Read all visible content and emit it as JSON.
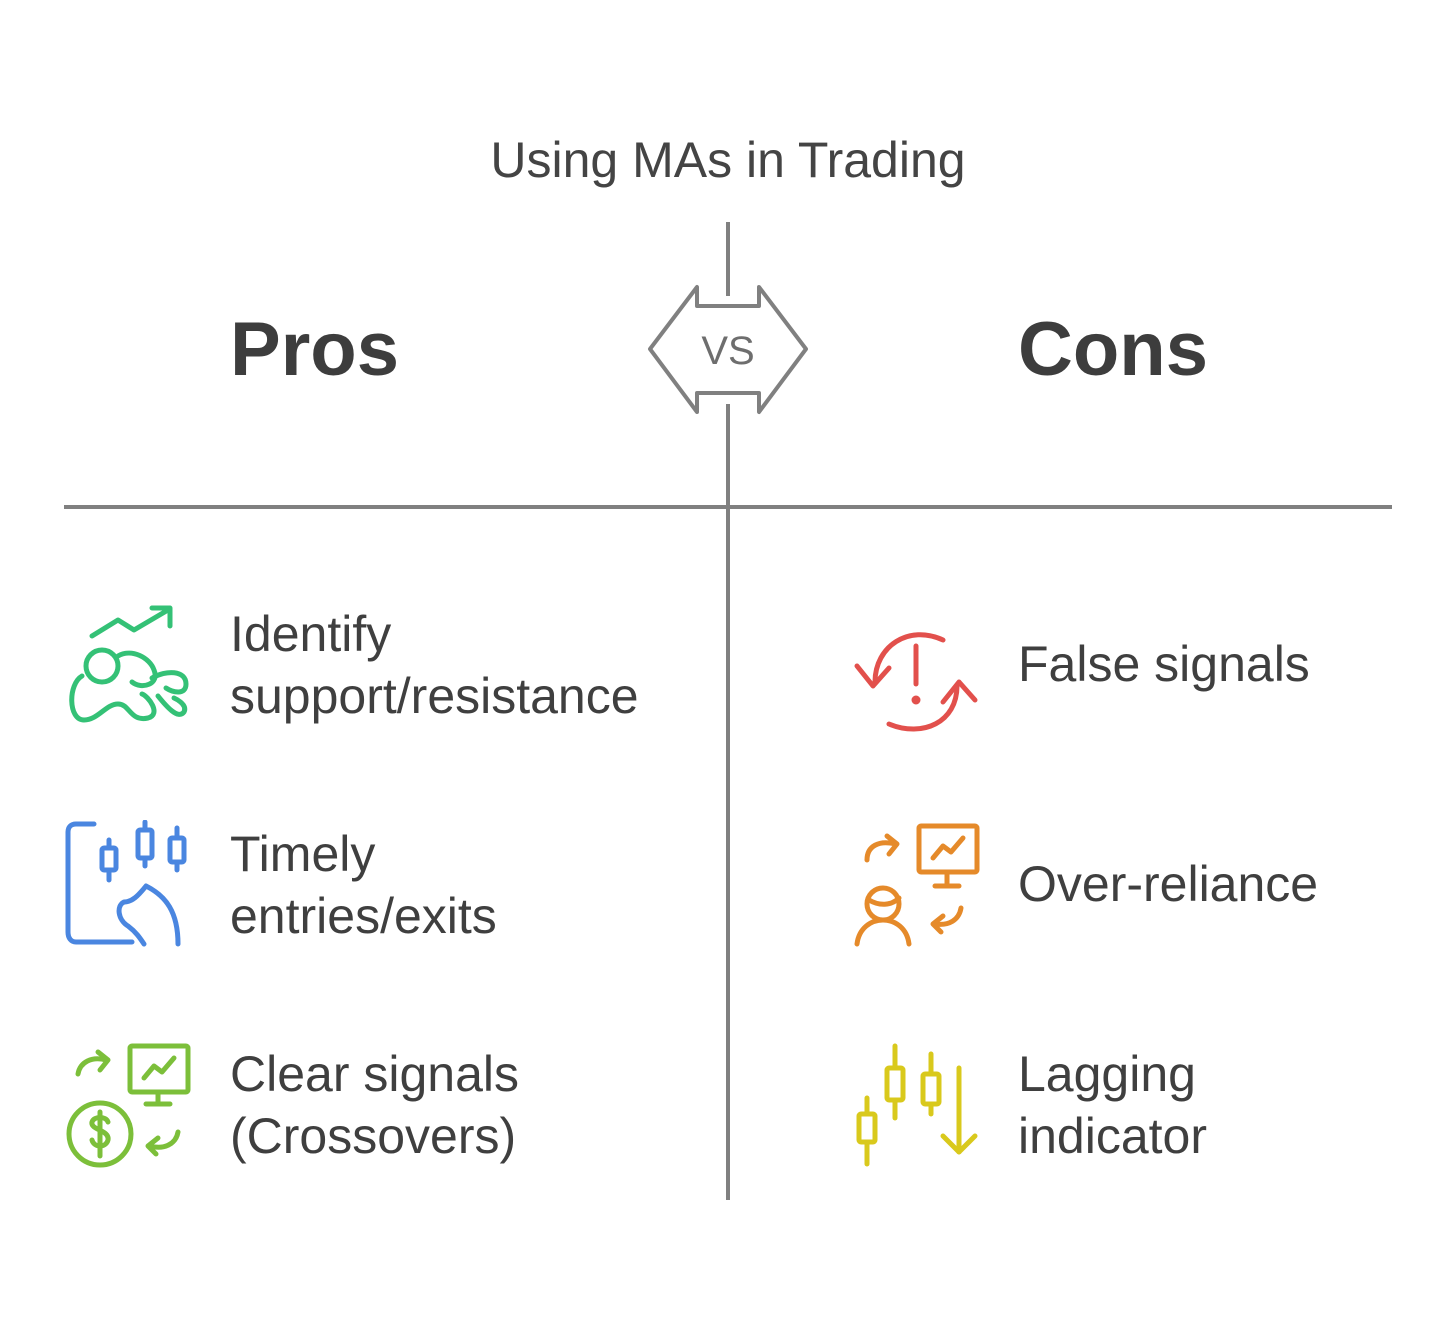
{
  "title": "Using MAs in Trading",
  "vs_label": "VS",
  "pros": {
    "heading": "Pros",
    "items": [
      {
        "text": "Identify\nsupport/resistance",
        "icon": "trend-chart-person-icon",
        "color": "#34c176"
      },
      {
        "text": "Timely\nentries/exits",
        "icon": "phone-candlestick-icon",
        "color": "#4a86e0"
      },
      {
        "text": "Clear signals\n(Crossovers)",
        "icon": "money-chart-exchange-icon",
        "color": "#7cbf3a"
      }
    ]
  },
  "cons": {
    "heading": "Cons",
    "items": [
      {
        "text": "False signals",
        "icon": "warning-cycle-icon",
        "color": "#e2504c"
      },
      {
        "text": "Over-reliance",
        "icon": "person-chart-exchange-icon",
        "color": "#e58a2a"
      },
      {
        "text": "Lagging\nindicator",
        "icon": "candlestick-down-arrow-icon",
        "color": "#d9c91c"
      }
    ]
  },
  "colors": {
    "lines": "#808080",
    "text": "#404040"
  }
}
